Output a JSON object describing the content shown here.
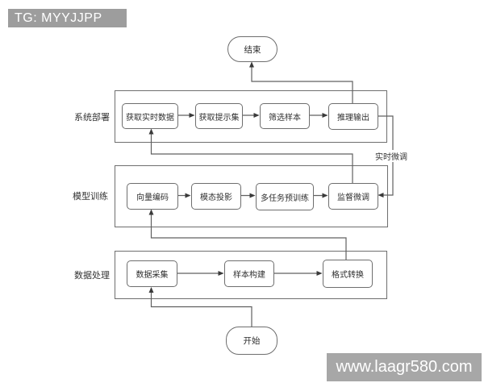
{
  "watermarks": {
    "top_left_badge": "TG: MYYJJPP",
    "bottom_right_badge": "www.laagr580.com"
  },
  "colors": {
    "badge_bg": "#9d9d9d",
    "badge_bg_bottom": "#a7a7a7",
    "line": "#606060",
    "box_border": "#6e6e6e",
    "text": "#2f2f2f",
    "background": "#ffffff"
  },
  "flowchart": {
    "terminals": {
      "start": "开始",
      "end": "结束"
    },
    "edge_labels": {
      "realtime_finetune": "实时微调"
    },
    "lanes": [
      {
        "label": "系统部署",
        "boxes": [
          "获取实时数据",
          "获取提示集",
          "筛选样本",
          "推理输出"
        ]
      },
      {
        "label": "模型训练",
        "boxes": [
          "向量编码",
          "模态投影",
          "多任务预训练",
          "监督微调"
        ]
      },
      {
        "label": "数据处理",
        "boxes": [
          "数据采集",
          "样本构建",
          "格式转换"
        ]
      }
    ]
  }
}
